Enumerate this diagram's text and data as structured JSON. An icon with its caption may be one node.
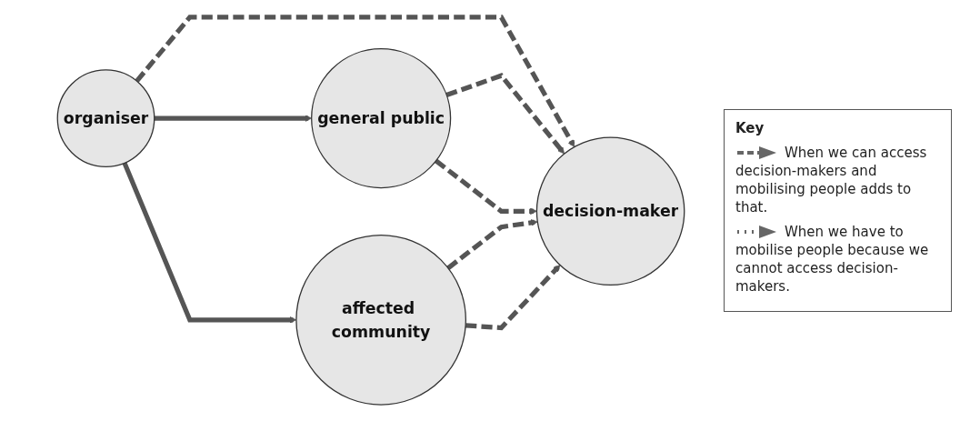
{
  "diagram": {
    "nodes": [
      {
        "text": [
          "organiser"
        ]
      },
      {
        "text": [
          "general public"
        ]
      },
      {
        "text": [
          "affected community"
        ]
      },
      {
        "text": [
          "decision-maker"
        ]
      }
    ],
    "edges": [
      {
        "from": 0,
        "to": 1,
        "arrow": "to"
      },
      {
        "from": 0,
        "to": 2,
        "arrow": "to"
      },
      {
        "from": 0,
        "to": 3,
        "arrow": "to",
        "style": "dashed"
      },
      {
        "from": 1,
        "to": 3,
        "arrow": "to",
        "style": "dashed"
      },
      {
        "from": 1,
        "to": 3,
        "arrow": "to",
        "style": "dashed"
      },
      {
        "from": 2,
        "to": 3,
        "arrow": "to",
        "style": "dashed"
      },
      {
        "from": 2,
        "to": 3,
        "arrow": "to",
        "style": "dashed"
      }
    ],
    "labels": [
      "Key"
    ],
    "legend": [
      {
        "text": "When we can access decision-makers and mobilising people adds to that."
      },
      {
        "text": "When we have to mobilise people because we cannot access decision-makers."
      }
    ]
  }
}
